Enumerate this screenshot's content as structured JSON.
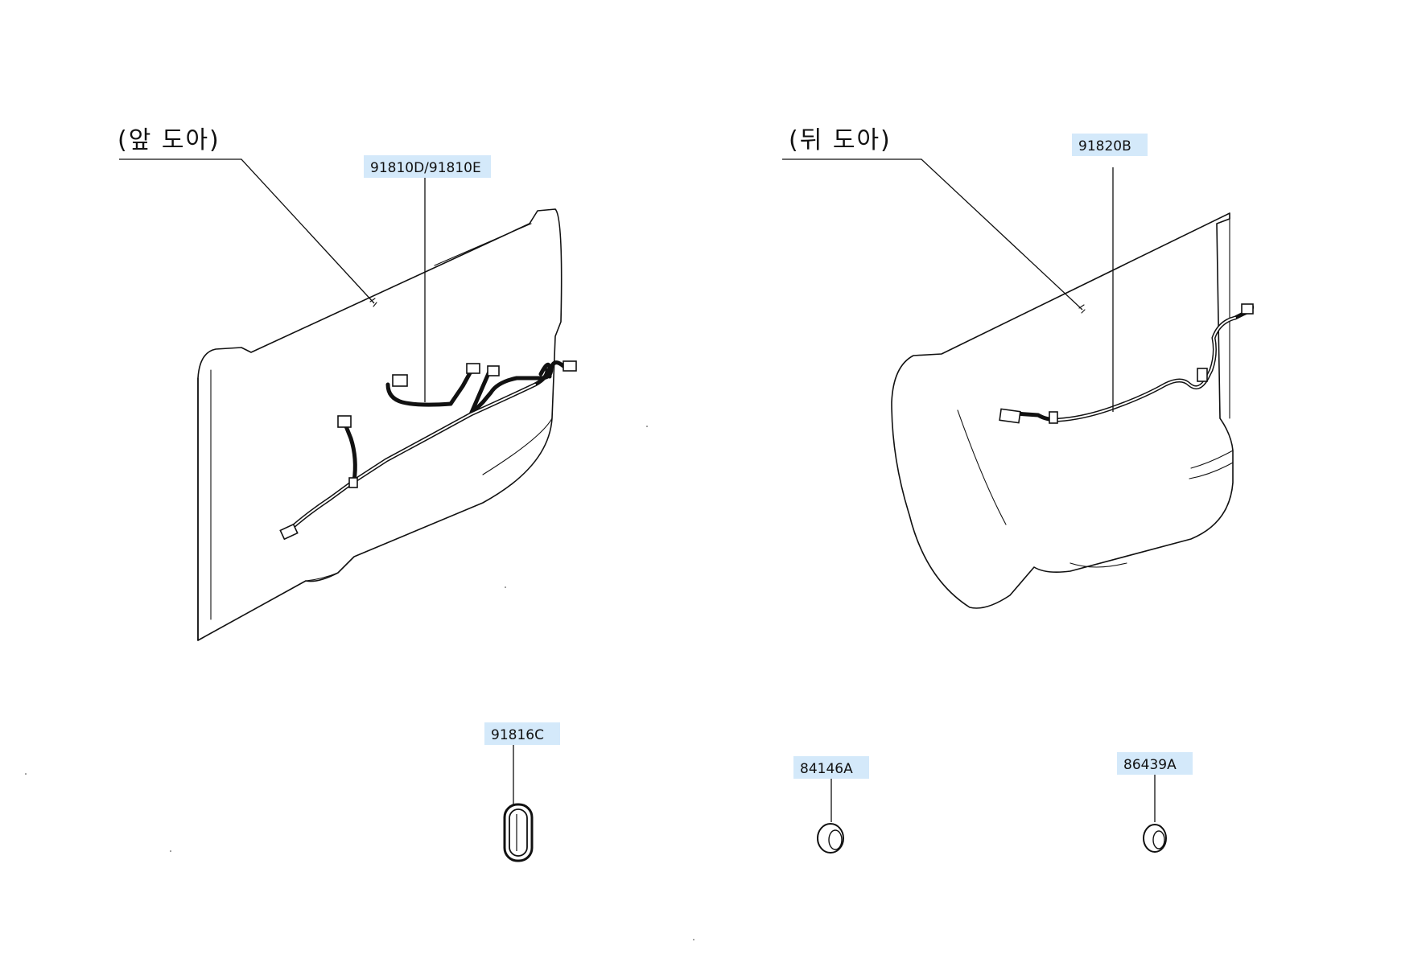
{
  "captions": {
    "front_door": "(앞 도아)",
    "rear_door": "(뒤 도아)"
  },
  "callouts": {
    "front_harness": "91810D/91810E",
    "rear_harness": "91820B",
    "grommet": "91816C",
    "plug_1": "84146A",
    "plug_2": "86439A"
  },
  "colors": {
    "callout_background": "#d4e9fa",
    "line": "#111111"
  }
}
